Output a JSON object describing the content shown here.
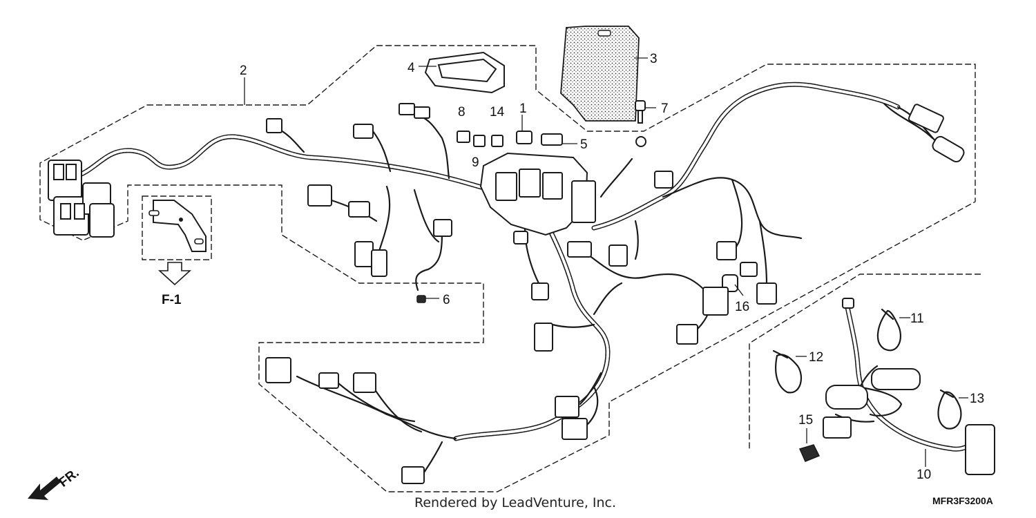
{
  "callouts": {
    "c1": "1",
    "c2": "2",
    "c3": "3",
    "c4": "4",
    "c5": "5",
    "c6": "6",
    "c7": "7",
    "c8": "8",
    "c9": "9",
    "c10": "10",
    "c11": "11",
    "c12": "12",
    "c13": "13",
    "c14": "14",
    "c15": "15",
    "c16": "16"
  },
  "detail_label": "F-1",
  "direction_label": "FR.",
  "credit": "Rendered by LeadVenture, Inc.",
  "drawing_code": "MFR3F3200A"
}
